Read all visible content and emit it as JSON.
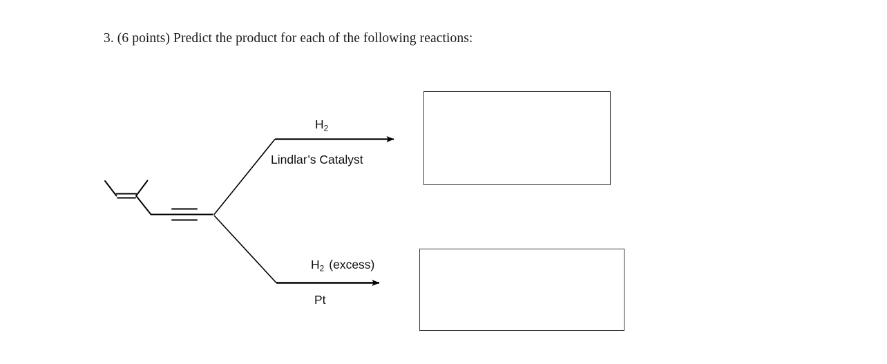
{
  "question": {
    "number": "3.",
    "points": "(6 points)",
    "text": "3. (6 points) Predict the product for each of the following reactions:"
  },
  "reactant": {
    "name": "starting-material-skeletal-structure",
    "description": "skeletal structure: cis alkene with methyl branch, CH2, internal alkyne terminating in methyl",
    "features": [
      "terminal-methyl",
      "cis-double-bond",
      "methyl-branch",
      "methylene",
      "internal-triple-bond",
      "terminal-methyl"
    ]
  },
  "reactions": [
    {
      "id": "reaction-top",
      "reagent_above": "H",
      "reagent_above_sub": "2",
      "reagent_below": "Lindlar’s Catalyst",
      "arrow": "reaction-arrow-right",
      "answer_box": "empty"
    },
    {
      "id": "reaction-bottom",
      "reagent_above": "H",
      "reagent_above_sub": "2",
      "reagent_above_extra": "(excess)",
      "reagent_below": "Pt",
      "arrow": "reaction-arrow-right",
      "answer_box": "empty"
    }
  ],
  "colors": {
    "ink": "#000000",
    "heading_ink": "#1a1a1a",
    "box_border": "#3a3a3a",
    "background": "#ffffff"
  }
}
